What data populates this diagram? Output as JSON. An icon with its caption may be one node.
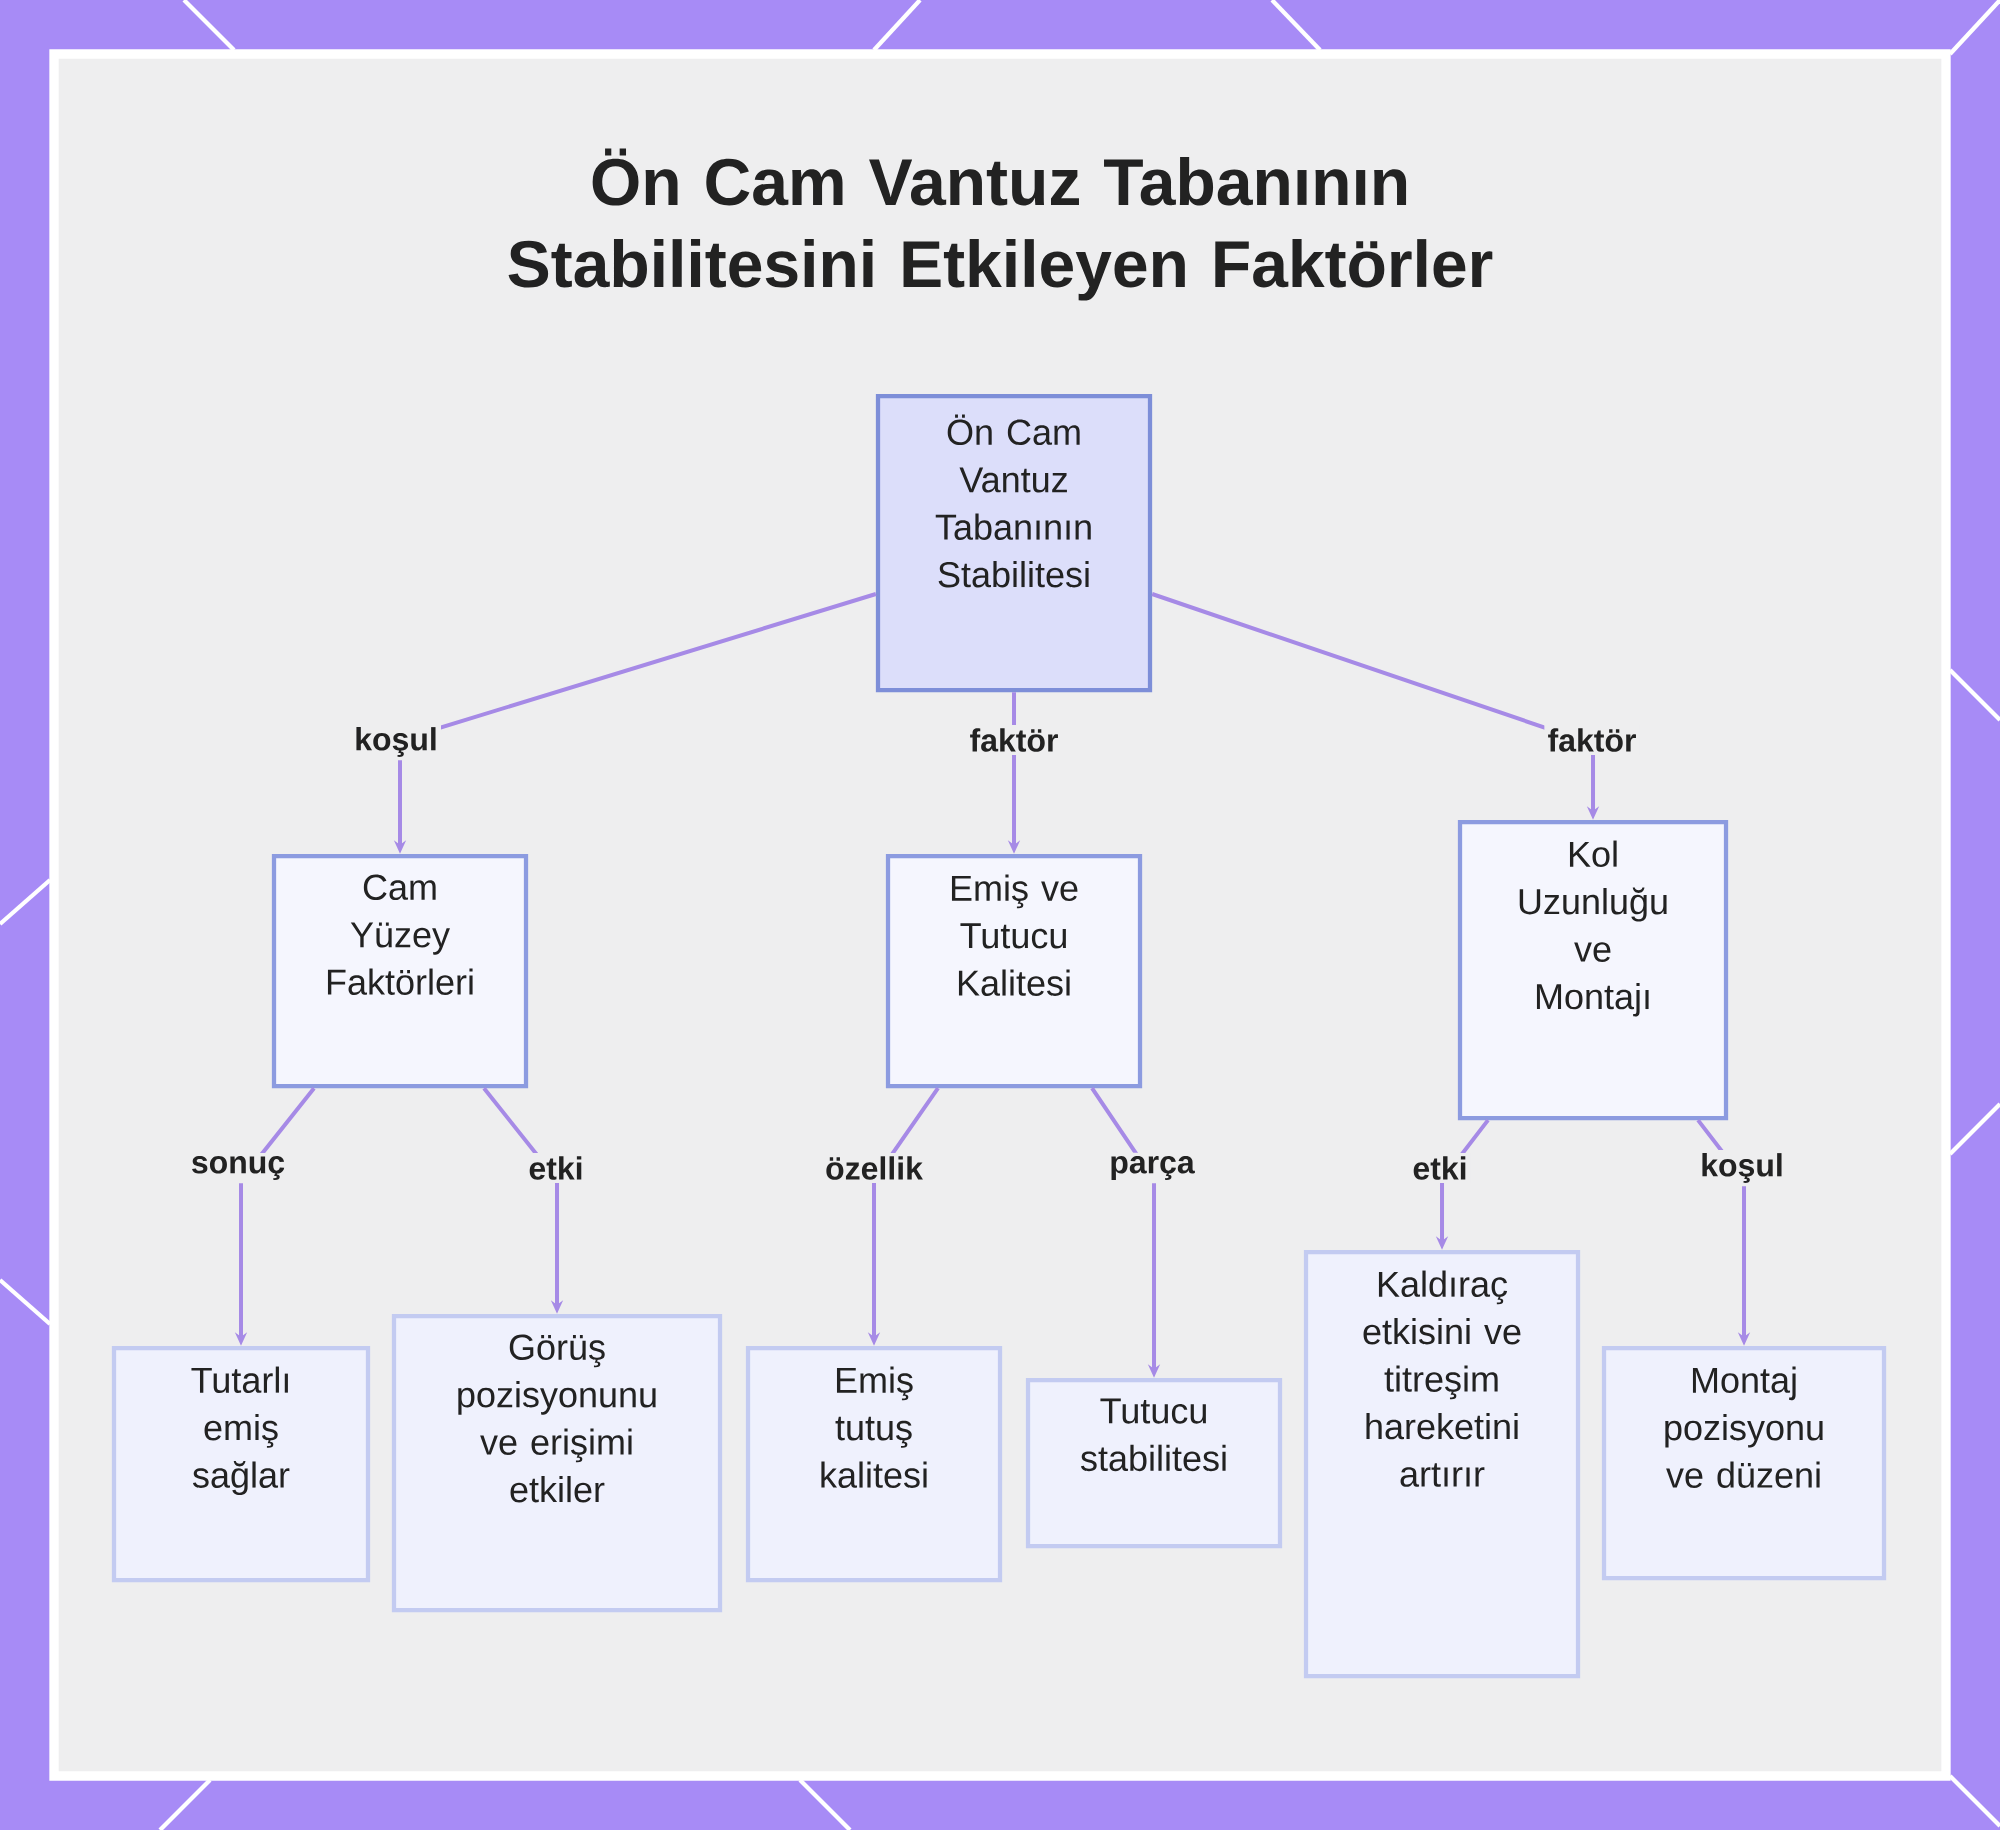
{
  "diagram": {
    "title": "Ön Cam Vantuz Tabanının Stabilitesini Etkileyen Faktörler",
    "nodes": [
      {
        "text": [
          "Ön Cam Vantuz Tabanının Stabilitesi"
        ]
      },
      {
        "text": [
          "Cam Yüzey Faktörleri"
        ]
      },
      {
        "text": [
          "Emiş ve Tutucu Kalitesi"
        ]
      },
      {
        "text": [
          "Kol Uzunluğu ve Montajı"
        ]
      },
      {
        "text": [
          "Tutarlı emiş sağlar"
        ]
      },
      {
        "text": [
          "Görüş pozisyonunu ve erişimi etkiler"
        ]
      },
      {
        "text": [
          "Emiş tutuş kalitesi"
        ]
      },
      {
        "text": [
          "Tutucu stabilitesi"
        ]
      },
      {
        "text": [
          "Kaldıraç etkisini ve titreşim hareketini artırır"
        ]
      },
      {
        "text": [
          "Montaj pozisyonu ve düzeni"
        ]
      }
    ],
    "edges": [
      {
        "from": 0,
        "to": 1,
        "arrow": "to",
        "label": "koşul"
      },
      {
        "from": 0,
        "to": 2,
        "arrow": "to",
        "label": "faktör"
      },
      {
        "from": 0,
        "to": 3,
        "arrow": "to",
        "label": "faktör"
      },
      {
        "from": 1,
        "to": 4,
        "arrow": "to",
        "label": "sonuç"
      },
      {
        "from": 1,
        "to": 5,
        "arrow": "to",
        "label": "etki"
      },
      {
        "from": 2,
        "to": 6,
        "arrow": "to",
        "label": "özellik"
      },
      {
        "from": 2,
        "to": 7,
        "arrow": "to",
        "label": "parça"
      },
      {
        "from": 3,
        "to": 8,
        "arrow": "to",
        "label": "etki"
      },
      {
        "from": 3,
        "to": 9,
        "arrow": "to",
        "label": "koşul"
      }
    ]
  }
}
